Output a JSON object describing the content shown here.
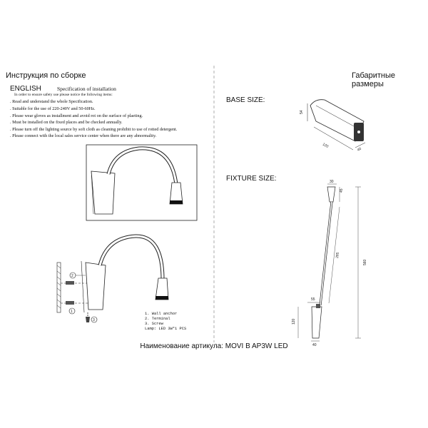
{
  "header": {
    "left_title": "Инструкция по сборке",
    "right_title": "Габаритные размеры"
  },
  "instructions": {
    "language": "ENGLISH",
    "spec_title": "Specification of installation",
    "intro": "In order to ensure safety use please notice the following items:",
    "items": [
      ". Read and understand the whole Specification.",
      ". Suitable for the use of 220-240V and 50-60Hz.",
      ". Please wear gloves as installment and avoid rot on the surface of plaeting.",
      ". Must be installed on the fixed places and be checked annually.",
      ". Please turn off the lighting source by soft cloth as cleaning prohibit to use of rotted detergent.",
      ". Please connect with the local sales service center when there are any abnormality."
    ]
  },
  "legend": {
    "items": [
      "1. Wall anchor",
      "2. Terminal",
      "3. Screw"
    ],
    "lamp": "Lamp: LED 3W*1 PCS"
  },
  "callouts": [
    "1",
    "2",
    "3"
  ],
  "base": {
    "label": "BASE SIZE:",
    "dims": {
      "height": "54",
      "length": "120",
      "width": "40"
    }
  },
  "fixture": {
    "label": "FIXTURE SIZE:",
    "dims": {
      "head_width": "30",
      "head_height": "45",
      "arm": "285",
      "total": "560",
      "joint": "55",
      "base_height": "120",
      "base_width": "40"
    }
  },
  "footer": {
    "article": "Наименование артикула: MOVI B AP3W LED"
  }
}
